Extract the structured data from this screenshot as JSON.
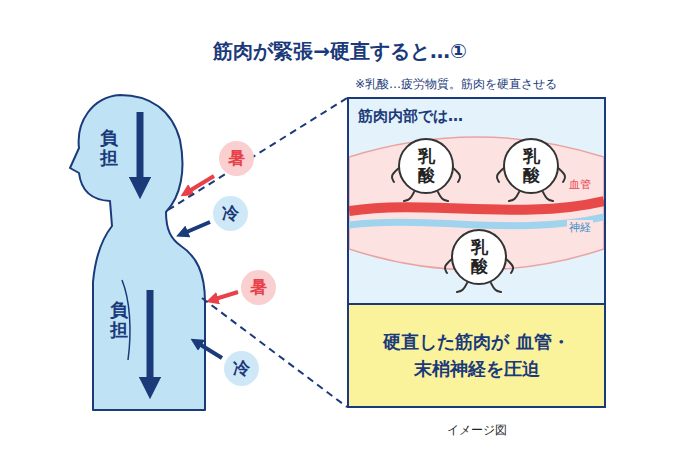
{
  "diagram": {
    "title": "筋肉が緊張→硬直すると…①",
    "caption": "イメージ図",
    "nodes": [
      {
        "text": [
          "筋肉内部では…"
        ]
      },
      {
        "text": [
          "乳酸"
        ],
        "in": 0
      },
      {
        "text": [
          "乳酸"
        ],
        "in": 0
      },
      {
        "text": [
          "乳酸"
        ],
        "in": 0
      },
      {
        "text": [
          "硬直した筋肉が 血管・末梢神経を圧迫"
        ],
        "in": 0
      },
      {
        "text": [
          "暑"
        ]
      },
      {
        "text": [
          "冷"
        ]
      },
      {
        "text": [
          "暑"
        ]
      },
      {
        "text": [
          "冷"
        ]
      }
    ],
    "labels": [
      "負担",
      "負担",
      "血管",
      "神経",
      "※乳酸…疲労物質。筋肉を硬直させる"
    ]
  }
}
